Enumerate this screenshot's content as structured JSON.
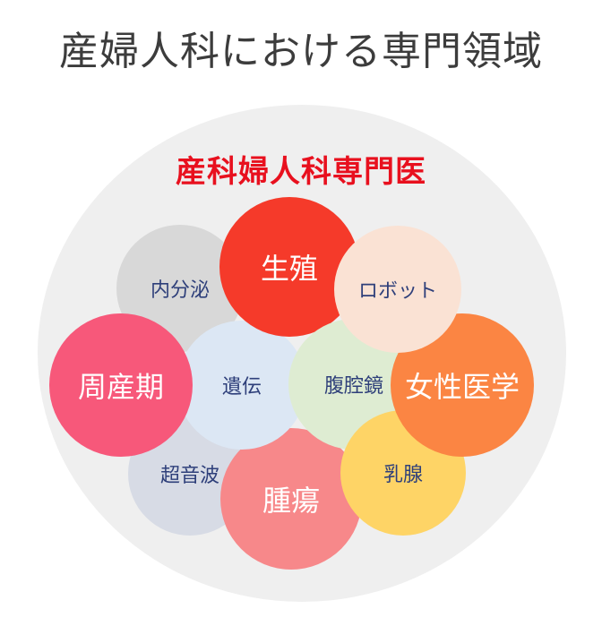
{
  "title": "産婦人科における専門領域",
  "center": {
    "title": "産科婦人科専門医"
  },
  "fields": [
    {
      "id": "endocrine",
      "label": "内分泌",
      "color": "#d8d8d8",
      "text_color": "#2e3f7a"
    },
    {
      "id": "reproduction",
      "label": "生殖",
      "color": "#f53a2a",
      "text_color": "#ffffff"
    },
    {
      "id": "robot",
      "label": "ロボット",
      "color": "#fae2d4",
      "text_color": "#2e3f7a"
    },
    {
      "id": "perinatal",
      "label": "周産期",
      "color": "#f7587a",
      "text_color": "#ffffff"
    },
    {
      "id": "genetics",
      "label": "遺伝",
      "color": "#dce7f4",
      "text_color": "#2e3f7a"
    },
    {
      "id": "laparoscopy",
      "label": "腹腔鏡",
      "color": "#deecd2",
      "text_color": "#2e3f7a"
    },
    {
      "id": "womens-medicine",
      "label": "女性医学",
      "color": "#fb8543",
      "text_color": "#ffffff"
    },
    {
      "id": "ultrasound",
      "label": "超音波",
      "color": "#d7dbe5",
      "text_color": "#2e3f7a"
    },
    {
      "id": "tumor",
      "label": "腫瘍",
      "color": "#f7888a",
      "text_color": "#ffffff"
    },
    {
      "id": "breast",
      "label": "乳腺",
      "color": "#fed466",
      "text_color": "#2e3f7a"
    }
  ]
}
